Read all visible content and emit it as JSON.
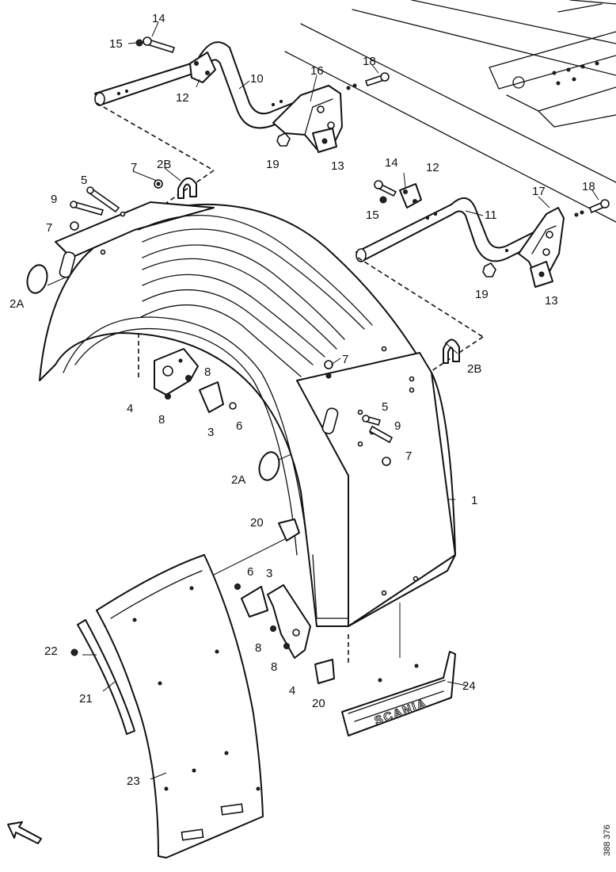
{
  "labels": {
    "l14a": "14",
    "l15a": "15",
    "l12a": "12",
    "l10": "10",
    "l16": "16",
    "l18a": "18",
    "l19a": "19",
    "l13a": "13",
    "l7a": "7",
    "l2Ba": "2B",
    "l5a": "5",
    "l9a": "9",
    "l7b": "7",
    "l2Aa": "2A",
    "l14b": "14",
    "l12b": "12",
    "l17": "17",
    "l18b": "18",
    "l15b": "15",
    "l11": "11",
    "l19b": "19",
    "l13b": "13",
    "l7c": "7",
    "l2Bb": "2B",
    "l8a": "8",
    "l4a": "4",
    "l8b": "8",
    "l3a": "3",
    "l6a": "6",
    "l5b": "5",
    "l9b": "9",
    "l7d": "7",
    "l2Ab": "2A",
    "l1": "1",
    "l20a": "20",
    "l6b": "6",
    "l3b": "3",
    "l22": "22",
    "l8c": "8",
    "l8d": "8",
    "l4b": "4",
    "l20b": "20",
    "l21": "21",
    "l24": "24",
    "l23": "23"
  },
  "logo": "SCANIA",
  "drawing_code": "388 376",
  "icons": {
    "direction": "front-direction-arrow-icon"
  }
}
